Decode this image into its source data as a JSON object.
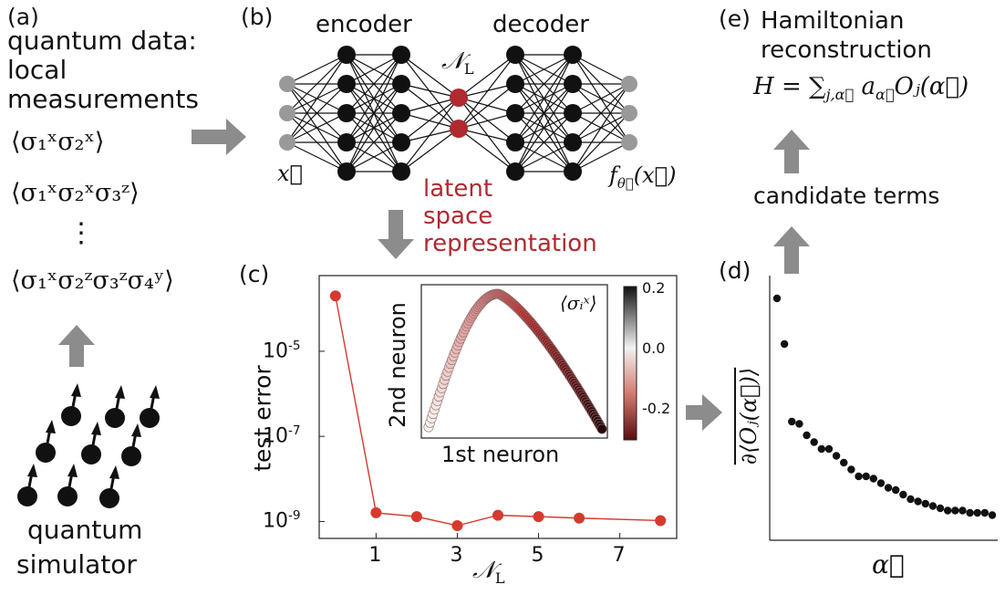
{
  "panel_a": {
    "letter": "(a)",
    "line1": "quantum data:",
    "line2": "local",
    "line3": "measurements",
    "obs1": "⟨σ₁ˣσ₂ˣ⟩",
    "obs2": "⟨σ₁ˣσ₂ˣσ₃ᶻ⟩",
    "vdots": "⋮",
    "obs3": "⟨σ₁ˣσ₂ᶻσ₃ᶻσ₄ʸ⟩",
    "sim1": "quantum",
    "sim2": "simulator"
  },
  "panel_b": {
    "letter": "(b)",
    "encoder": "encoder",
    "decoder": "decoder",
    "latent_symbol": "𝒩",
    "latent_sub": "L",
    "input": "x⃗",
    "output": "f",
    "output_sub": "θ⃗",
    "output_arg": "(x⃗)",
    "latent1": "latent",
    "latent2": "space",
    "latent3": "representation"
  },
  "panel_c": {
    "letter": "(c)",
    "ylabel": "test error",
    "xlabel_symbol": "𝒩",
    "xlabel_sub": "L",
    "inset_xlabel": "1st neuron",
    "inset_ylabel": "2nd neuron",
    "inset_label": "⟨σᵢˣ⟩",
    "cbar_ticks": [
      "0.2",
      "0.0",
      "-0.2"
    ]
  },
  "panel_d": {
    "letter": "(d)",
    "ylabel": "∂⟨Oⱼ(α⃗)⟩",
    "xlabel": "α⃗"
  },
  "panel_e": {
    "letter": "(e)",
    "title1": "Hamiltonian",
    "title2": "reconstruction",
    "formula": "H = ∑",
    "formula_sub": "j,α⃗",
    "formula_rest": " a",
    "formula_a_sub": "α⃗",
    "formula_tail": "Oⱼ(α⃗)",
    "candidate": "candidate terms"
  },
  "colors": {
    "accent": "#b02a30",
    "arrow": "#8c8c8c",
    "node": "#111111",
    "input_node": "#999999"
  },
  "chart_data": [
    {
      "type": "line",
      "ylabel": "test error",
      "xlabel": "N_L",
      "yscale": "log",
      "x": [
        0,
        1,
        2,
        3,
        4,
        5,
        6,
        8
      ],
      "y": [
        0.0002,
        1.6e-09,
        1.3e-09,
        8e-10,
        1.4e-09,
        1.3e-09,
        1.2e-09,
        1.05e-09
      ],
      "xticks": [
        1,
        3,
        5,
        7
      ],
      "yticks": [
        {
          "value": 1e-05,
          "base": "10",
          "exp": "-5"
        },
        {
          "value": 1e-07,
          "base": "10",
          "exp": "-7"
        },
        {
          "value": 1e-09,
          "base": "10",
          "exp": "-9"
        }
      ],
      "color": "#d63a2f"
    },
    {
      "type": "scatter",
      "ylabel": "∂⟨Oⱼ(α⃗)⟩",
      "xlabel": "α⃗",
      "values": [
        0.98,
        0.78,
        0.44,
        0.43,
        0.38,
        0.35,
        0.32,
        0.32,
        0.29,
        0.26,
        0.23,
        0.2,
        0.2,
        0.19,
        0.17,
        0.15,
        0.14,
        0.12,
        0.1,
        0.09,
        0.08,
        0.07,
        0.06,
        0.05,
        0.05,
        0.05,
        0.04,
        0.04,
        0.04,
        0.03
      ]
    }
  ]
}
